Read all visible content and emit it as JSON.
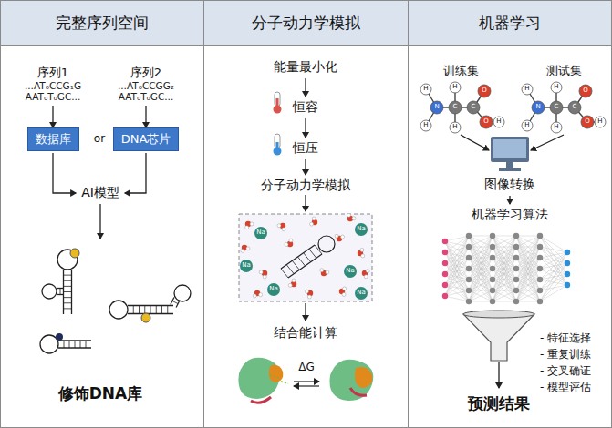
{
  "diagram": {
    "nodes": [
      {
        "text": [
          "完整序列空间"
        ]
      },
      {
        "text": [
          "数据库"
        ],
        "in": 0
      },
      {
        "text": [
          "DNA芯片"
        ],
        "in": 0
      },
      {
        "text": [
          "AI模型"
        ],
        "in": 0
      },
      {
        "text": [
          "分子动力学模拟"
        ]
      },
      {
        "text": [
          "能量最小化"
        ],
        "in": 4
      },
      {
        "text": [
          "恒容"
        ],
        "in": 4
      },
      {
        "text": [
          "恒压"
        ],
        "in": 4
      },
      {
        "text": [
          "分子动力学模拟"
        ],
        "in": 4
      },
      {
        "text": [
          "结合能计算"
        ],
        "in": 4
      },
      {
        "text": [
          "机器学习"
        ]
      },
      {
        "text": [
          "图像转换"
        ],
        "in": 10
      },
      {
        "text": [
          "机器学习算法"
        ],
        "in": 10
      },
      {
        "text": [
          "预测结果"
        ],
        "in": 10
      }
    ],
    "edges": [
      {
        "from": 1,
        "to": 3,
        "arrow": "to"
      },
      {
        "from": 2,
        "to": 3,
        "arrow": "to"
      },
      {
        "from": 5,
        "to": 6,
        "arrow": "to"
      },
      {
        "from": 6,
        "to": 7,
        "arrow": "to"
      },
      {
        "from": 7,
        "to": 8,
        "arrow": "to"
      },
      {
        "from": 11,
        "to": 12,
        "arrow": "to"
      }
    ],
    "labels": [
      "序列1",
      "序列2",
      "...AT₀CCG₁G",
      "AAT₀T₀GC...",
      "...AT₀CCGG₂",
      "AAT₀T₀GC...",
      "or",
      "修饰DNA库",
      "Na",
      "Na",
      "Na",
      "Na",
      "Na",
      "Na",
      "ΔG",
      "训练集",
      "测试集",
      "H",
      "H",
      "N",
      "C",
      "H",
      "H",
      "C",
      "O",
      "O",
      "H",
      "H",
      "H",
      "N",
      "C",
      "H",
      "H",
      "C",
      "O",
      "O",
      "H",
      "- 特征选择",
      "- 重复训练",
      "- 交叉确证",
      "- 模型评估"
    ]
  }
}
